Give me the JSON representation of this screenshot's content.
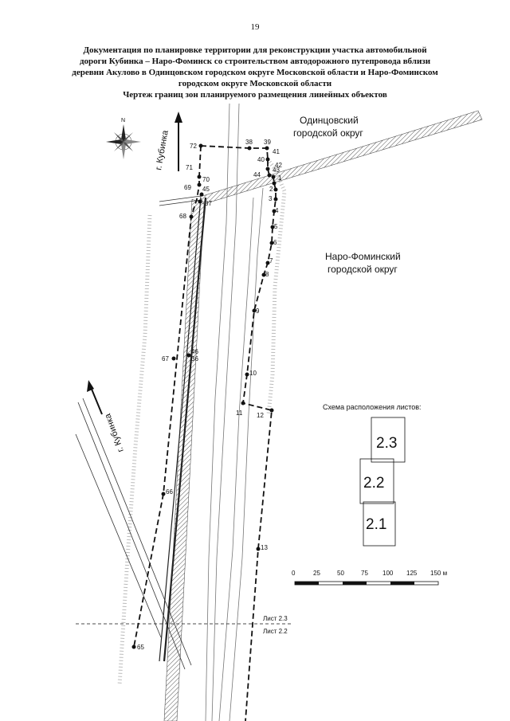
{
  "page_number": "19",
  "title_lines": [
    "Документация по планировке территории для реконструкции участка автомобильной",
    "дороги Кубинка – Наро-Фоминск со строительством автодорожного путепровода вблизи",
    "деревни Акулово в Одинцовском городском округе Московской области и Наро-Фоминском",
    "городском округе Московской области"
  ],
  "subtitle": "Чертеж границ зон планируемого размещения линейных объектов",
  "compass_label": "N",
  "direction_labels": {
    "top": "г. Кубинка",
    "bottom": "г. Кубинка"
  },
  "district_labels": {
    "odintsovsky": [
      "Одинцовский",
      "городской округ"
    ],
    "naro_fominsky": [
      "Наро-Фоминский",
      "городской округ"
    ]
  },
  "sheet_scheme": {
    "title": "Схема расположения листов:",
    "sheets": [
      "2.3",
      "2.2",
      "2.1"
    ]
  },
  "scale_bar": {
    "ticks": [
      "0",
      "25",
      "50",
      "75",
      "100",
      "125",
      "150 м"
    ]
  },
  "sheet_boundary_labels": [
    "Лист 2.3",
    "Лист 2.2"
  ],
  "points": [
    "72",
    "38",
    "39",
    "41",
    "40",
    "43",
    "42",
    "44",
    "1",
    "2",
    "3",
    "4",
    "5",
    "6",
    "7",
    "8",
    "9",
    "10",
    "11",
    "12",
    "13",
    "71",
    "70",
    "69",
    "45",
    "37",
    "68",
    "67",
    "46",
    "36",
    "66",
    "65"
  ],
  "colors": {
    "line": "#111111",
    "hatch": "#333333",
    "road": "#777777"
  }
}
